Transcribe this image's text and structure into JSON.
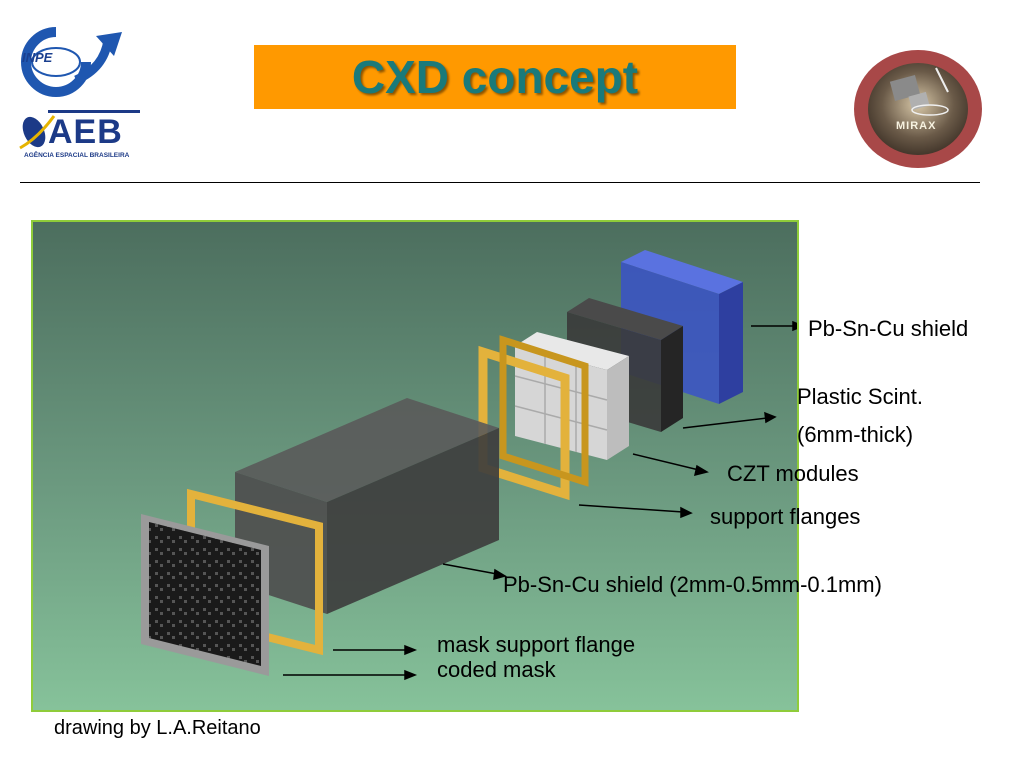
{
  "header": {
    "title": "CXD concept",
    "logo_inpe_text": "INPE",
    "logo_aeb_title": "AEB",
    "logo_aeb_subtitle": "AGÊNCIA ESPACIAL BRASILEIRA",
    "mirax_text": "MIRAX"
  },
  "labels": {
    "shield_top": "Pb-Sn-Cu shield",
    "plastic_scint_1": "Plastic Scint.",
    "plastic_scint_2": "(6mm-thick)",
    "czt_modules": "CZT modules",
    "support_flanges": "support flanges",
    "shield_main": "Pb-Sn-Cu shield (2mm-0.5mm-0.1mm)",
    "mask_support_flange": "mask support flange",
    "coded_mask": "coded mask"
  },
  "credit": "drawing by L.A.Reitano",
  "colors": {
    "title_bg": "#ff9900",
    "title_text": "#1a7a7a",
    "diagram_border": "#8fcc3a",
    "shield_blue": "#3a52c8",
    "flange_gold": "#d9a530"
  }
}
